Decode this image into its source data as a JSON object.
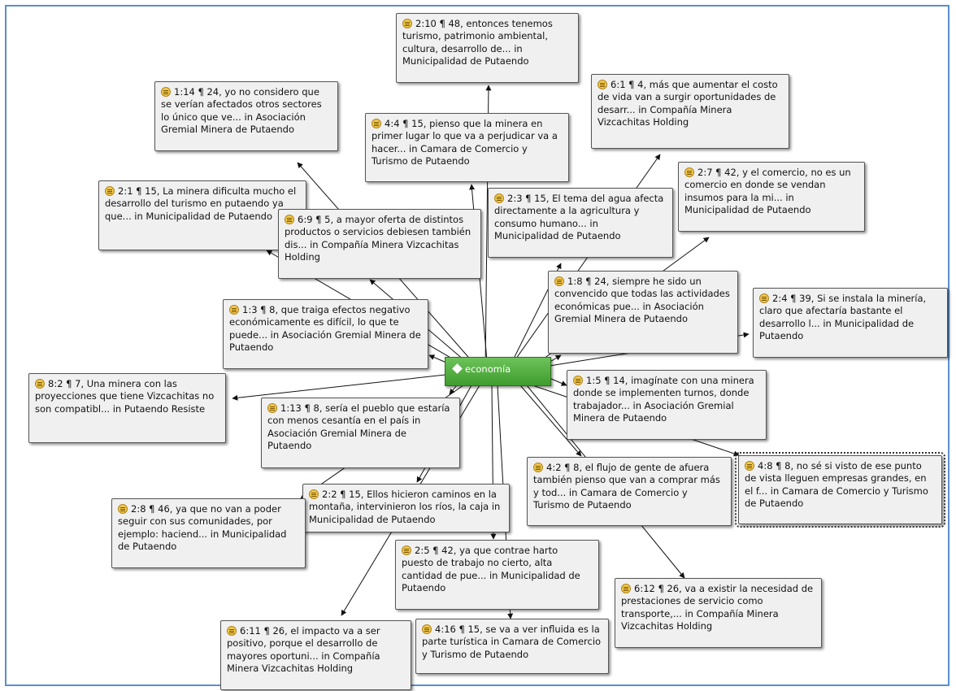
{
  "code": {
    "label": "economía",
    "icon": "code-diamond-icon",
    "color": "#4ead3a"
  },
  "quotations": [
    {
      "id": "q-2-10",
      "text": "2:10 ¶ 48, entonces tenemos turismo, patrimonio ambiental, cultura, desarrollo de... in Municipalidad de Putaendo"
    },
    {
      "id": "q-1-14",
      "text": "1:14 ¶ 24, yo no considero que se verían afectados otros sectores lo único que ve... in Asociación Gremial Minera de Putaendo"
    },
    {
      "id": "q-6-1",
      "text": "6:1 ¶ 4, más que aumentar el costo de vida van a surgir oportunidades de desarr... in Compañía Minera Vizcachitas Holding"
    },
    {
      "id": "q-4-4",
      "text": "4:4 ¶ 15, pienso que la minera en primer lugar lo que va a perjudicar va a hacer... in Camara de Comercio y Turismo de Putaendo"
    },
    {
      "id": "q-2-7",
      "text": "2:7 ¶ 42, y el comercio, no es un comercio en donde se vendan insumos para la mi... in Municipalidad de Putaendo"
    },
    {
      "id": "q-2-1",
      "text": "2:1 ¶ 15, La minera dificulta mucho el desarrollo del turismo en putaendo ya que... in Municipalidad de Putaendo"
    },
    {
      "id": "q-2-3",
      "text": "2:3 ¶ 15, El tema del agua afecta directamente a la agricultura y consumo humano... in Municipalidad de Putaendo"
    },
    {
      "id": "q-6-9",
      "text": "6:9 ¶ 5, a mayor oferta de distintos productos o servicios debiesen también dis... in Compañía Minera Vizcachitas Holding"
    },
    {
      "id": "q-1-8",
      "text": "1:8 ¶ 24, siempre he sido un convencido que todas las actividades económicas pue... in Asociación Gremial Minera de Putaendo"
    },
    {
      "id": "q-2-4",
      "text": "2:4 ¶ 39, Si se instala la minería, claro que afectaría bastante el desarrollo l... in Municipalidad de Putaendo"
    },
    {
      "id": "q-1-3",
      "text": "1:3 ¶ 8, que traiga efectos negativo económicamente es difícil, lo que te puede... in Asociación Gremial Minera de Putaendo"
    },
    {
      "id": "q-8-2",
      "text": "8:2 ¶ 7, Una minera con las proyecciones que tiene Vizcachitas no son compatibl... in Putaendo Resiste"
    },
    {
      "id": "q-1-13",
      "text": "1:13 ¶ 8, sería el pueblo que estaría con menos cesantía en el país in Asociación Gremial Minera de Putaendo"
    },
    {
      "id": "q-1-5",
      "text": "1:5 ¶ 14, imagínate con una minera donde se implementen turnos, donde trabajador... in Asociación Gremial Minera de Putaendo"
    },
    {
      "id": "q-4-2",
      "text": "4:2 ¶ 8, el flujo de gente de afuera también pienso que van a comprar más y tod... in Camara de Comercio y Turismo de Putaendo"
    },
    {
      "id": "q-4-8",
      "text": "4:8 ¶ 8, no sé si visto de ese punto de vista lleguen empresas grandes, en el f... in Camara de Comercio y Turismo de Putaendo"
    },
    {
      "id": "q-2-2",
      "text": "2:2 ¶ 15, Ellos hicieron caminos en la montaña, intervinieron los ríos, la caja in Municipalidad de Putaendo"
    },
    {
      "id": "q-2-8",
      "text": "2:8 ¶ 46, ya que no van a poder seguir con sus comunidades, por ejemplo: haciend... in Municipalidad de Putaendo"
    },
    {
      "id": "q-2-5",
      "text": "2:5 ¶ 42, ya que contrae harto puesto de trabajo no cierto, alta cantidad de pue... in Municipalidad de Putaendo"
    },
    {
      "id": "q-6-12",
      "text": "6:12 ¶ 26, va a existir la necesidad de prestaciones de servicio como transporte,... in Compañía Minera Vizcachitas Holding"
    },
    {
      "id": "q-6-11",
      "text": "6:11 ¶ 26, el impacto va a ser positivo, porque el desarrollo de mayores oportuni... in Compañía Minera Vizcachitas Holding"
    },
    {
      "id": "q-4-16",
      "text": "4:16 ¶ 15, se va a ver influida es la parte turística in Camara de Comercio y Turismo de Putaendo"
    }
  ]
}
